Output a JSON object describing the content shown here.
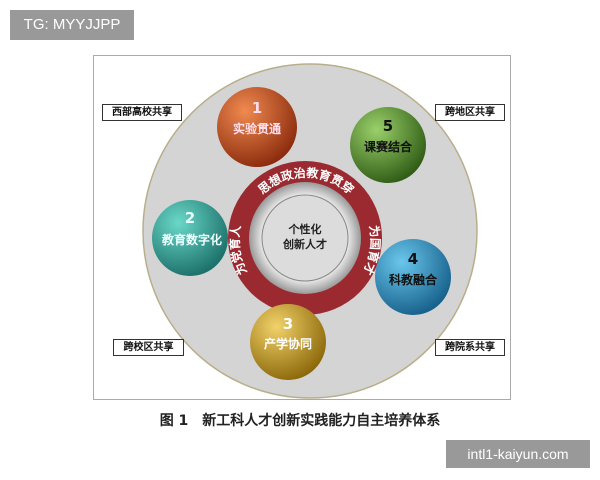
{
  "watermark_top": "TG: MYYJJPP",
  "watermark_bottom": "intl1-kaiyun.com",
  "center": {
    "line1": "个性化",
    "line2": "创新人才"
  },
  "ring": {
    "top": "思想政治教育贯穿",
    "left": "为党育人",
    "right": "为国育才",
    "color": "#9b2a30"
  },
  "balls": [
    {
      "num": "1",
      "label": "实验贯通",
      "color": "#c9501c"
    },
    {
      "num": "2",
      "label": "教育数字化",
      "color": "#2aa59a"
    },
    {
      "num": "3",
      "label": "产学协同",
      "color": "#c9a21e"
    },
    {
      "num": "4",
      "label": "科教融合",
      "color": "#2a8fbf"
    },
    {
      "num": "5",
      "label": "课赛结合",
      "color": "#4e8a2a"
    }
  ],
  "corners": {
    "top_left": "西部高校共享",
    "top_right": "跨地区共享",
    "bottom_left": "跨校区共享",
    "bottom_right": "跨院系共享"
  },
  "caption": "图 1　新工科人才创新实践能力自主培养体系"
}
